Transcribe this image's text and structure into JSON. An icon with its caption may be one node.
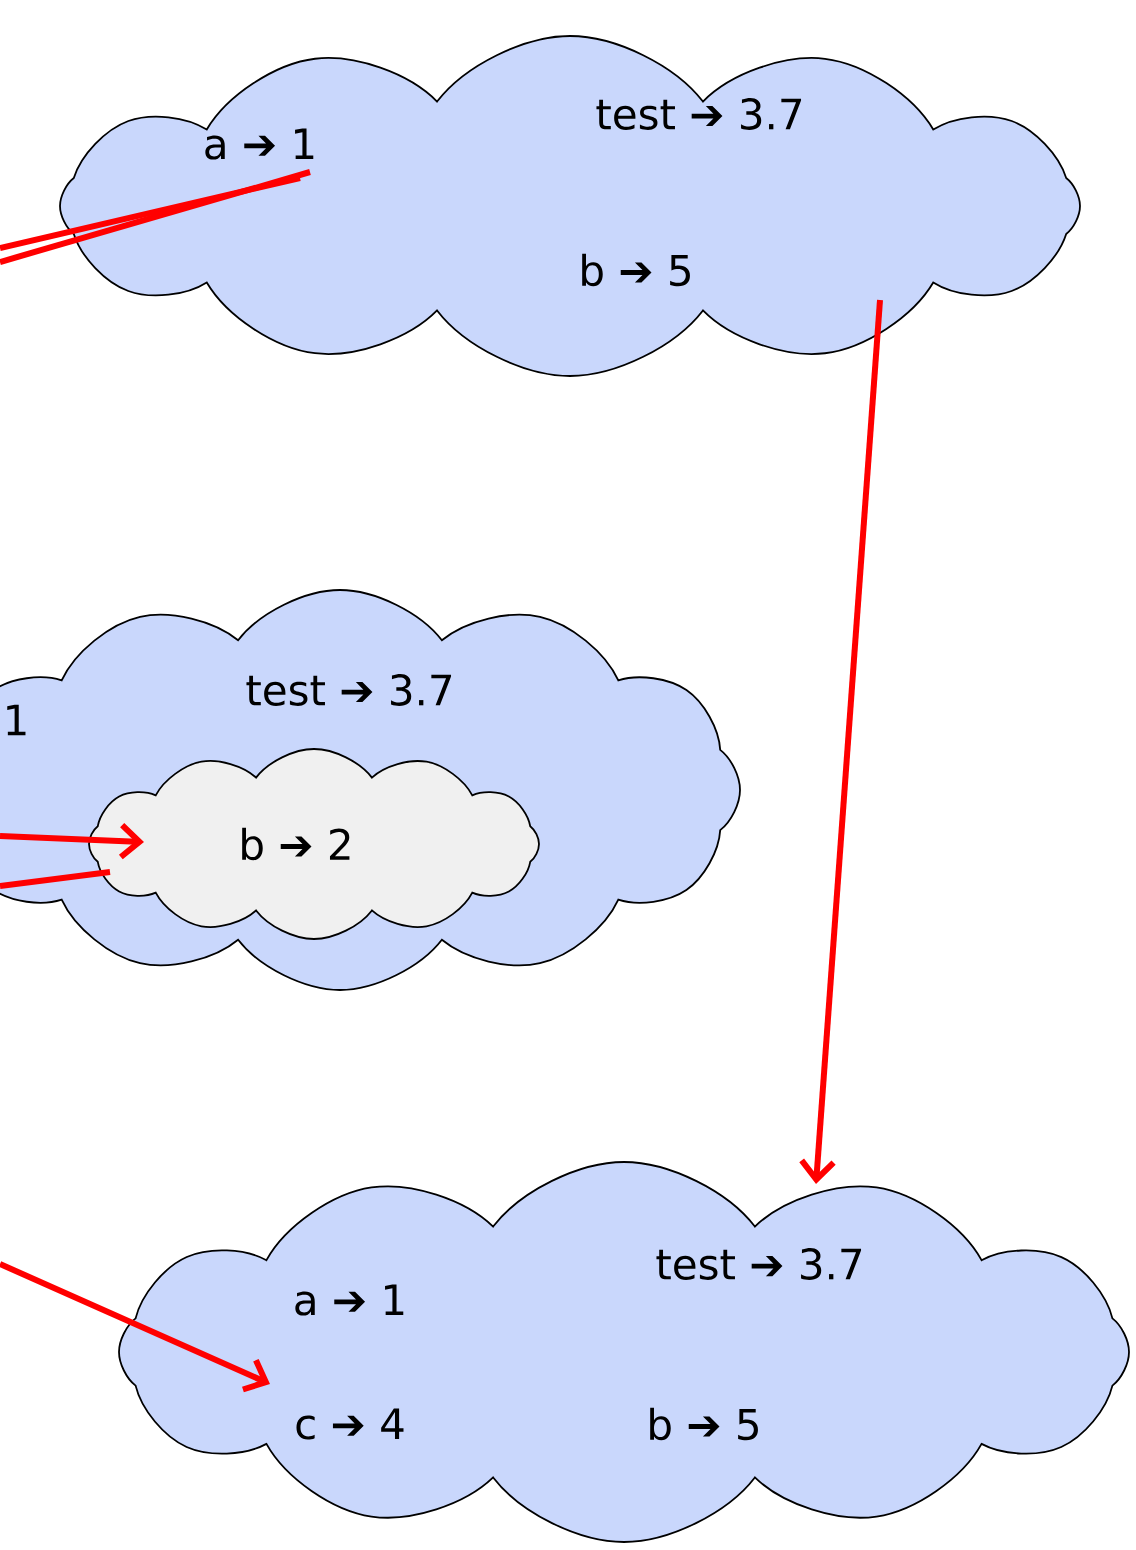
{
  "diagram": {
    "nodes": [
      {
        "text": [
          "a ➔ 1",
          "test ➔ 3.7",
          "b ➔ 5"
        ]
      },
      {
        "text": [
          "1",
          "test ➔ 3.7"
        ]
      },
      {
        "text": [
          "b ➔ 2"
        ],
        "in": 1
      },
      {
        "text": [
          "a ➔ 1",
          "test ➔ 3.7",
          "c ➔ 4",
          "b ➔ 5"
        ]
      }
    ],
    "edges": [
      {
        "from": null,
        "to": 0,
        "arrow": "none"
      },
      {
        "from": null,
        "to": 0,
        "arrow": "none"
      },
      {
        "from": null,
        "to": 2,
        "arrow": "to"
      },
      {
        "from": null,
        "to": 2,
        "arrow": "none"
      },
      {
        "from": 0,
        "to": 3,
        "arrow": "to"
      },
      {
        "from": null,
        "to": 3,
        "arrow": "to"
      }
    ]
  }
}
